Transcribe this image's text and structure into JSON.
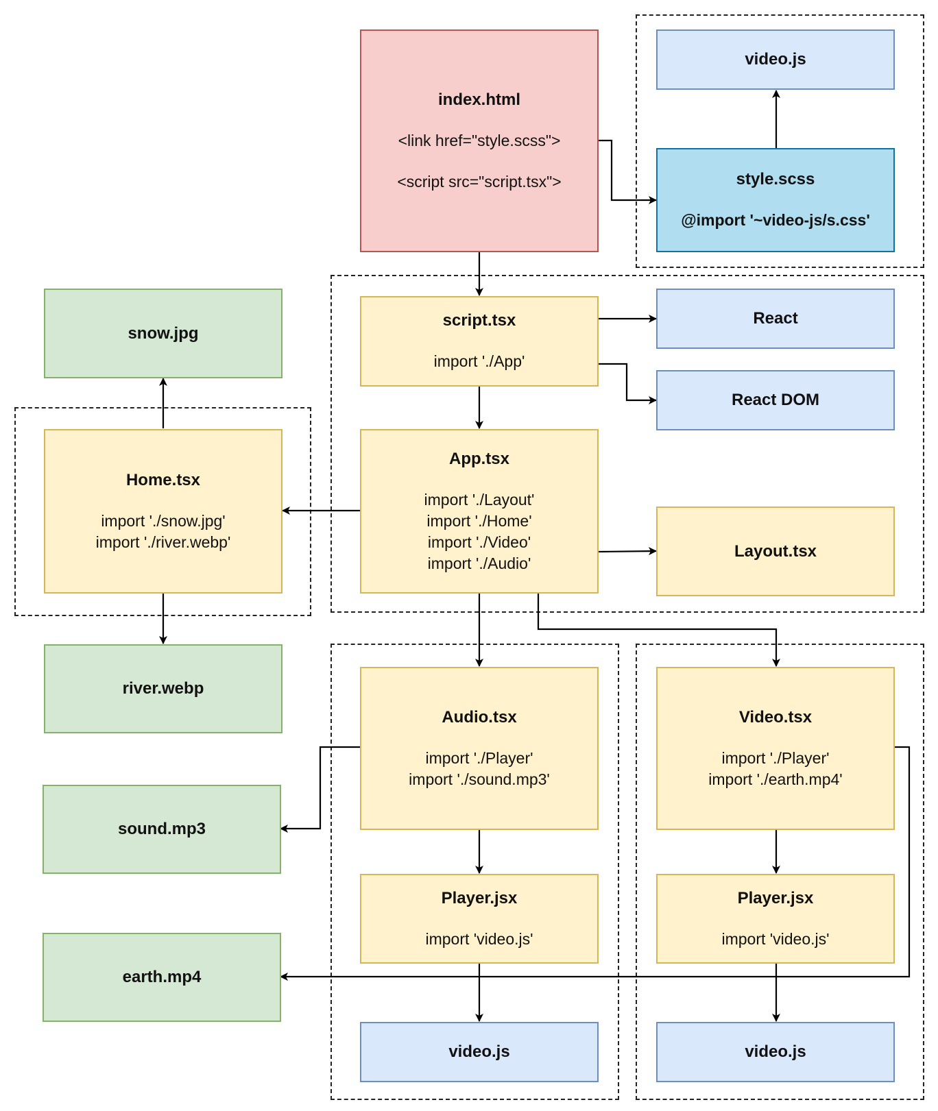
{
  "nodes": {
    "index_html": {
      "title": "index.html",
      "lines": [
        "<link href=\"style.scss\">",
        "<script src=\"script.tsx\">"
      ]
    },
    "video_js_top": {
      "title": "video.js"
    },
    "style_scss": {
      "title": "style.scss",
      "lines": [
        "@import '~video-js/s.css'"
      ]
    },
    "script_tsx": {
      "title": "script.tsx",
      "lines": [
        "import './App'"
      ]
    },
    "react": {
      "title": "React"
    },
    "react_dom": {
      "title": "React DOM"
    },
    "snow_jpg": {
      "title": "snow.jpg"
    },
    "home_tsx": {
      "title": "Home.tsx",
      "lines": [
        "import './snow.jpg'",
        "import './river.webp'"
      ]
    },
    "app_tsx": {
      "title": "App.tsx",
      "lines": [
        "import './Layout'",
        "import './Home'",
        "import './Video'",
        "import './Audio'"
      ]
    },
    "layout_tsx": {
      "title": "Layout.tsx"
    },
    "river_webp": {
      "title": "river.webp"
    },
    "audio_tsx": {
      "title": "Audio.tsx",
      "lines": [
        "import './Player'",
        "import './sound.mp3'"
      ]
    },
    "video_tsx": {
      "title": "Video.tsx",
      "lines": [
        "import './Player'",
        "import './earth.mp4'"
      ]
    },
    "sound_mp3": {
      "title": "sound.mp3"
    },
    "player_jsx_audio": {
      "title": "Player.jsx",
      "lines": [
        "import 'video.js'"
      ]
    },
    "player_jsx_video": {
      "title": "Player.jsx",
      "lines": [
        "import 'video.js'"
      ]
    },
    "earth_mp4": {
      "title": "earth.mp4"
    },
    "video_js_audio": {
      "title": "video.js"
    },
    "video_js_video": {
      "title": "video.js"
    }
  },
  "colors": {
    "red_fill": "#f8cecc",
    "red_stroke": "#b85450",
    "yellow_fill": "#fff2cc",
    "yellow_stroke": "#d6b656",
    "blue_fill": "#dae8fc",
    "blue_stroke": "#6c8ebf",
    "cyan_fill": "#b1ddf0",
    "cyan_stroke": "#10739e",
    "green_fill": "#d5e8d4",
    "green_stroke": "#82b366",
    "edge": "#000000"
  },
  "edges": [
    {
      "from": "index_html",
      "to": "style_scss"
    },
    {
      "from": "style_scss",
      "to": "video_js_top"
    },
    {
      "from": "index_html",
      "to": "script_tsx"
    },
    {
      "from": "script_tsx",
      "to": "react"
    },
    {
      "from": "script_tsx",
      "to": "react_dom"
    },
    {
      "from": "script_tsx",
      "to": "app_tsx"
    },
    {
      "from": "app_tsx",
      "to": "home_tsx"
    },
    {
      "from": "app_tsx",
      "to": "layout_tsx"
    },
    {
      "from": "app_tsx",
      "to": "audio_tsx"
    },
    {
      "from": "app_tsx",
      "to": "video_tsx"
    },
    {
      "from": "home_tsx",
      "to": "snow_jpg"
    },
    {
      "from": "home_tsx",
      "to": "river_webp"
    },
    {
      "from": "audio_tsx",
      "to": "sound_mp3"
    },
    {
      "from": "audio_tsx",
      "to": "player_jsx_audio"
    },
    {
      "from": "player_jsx_audio",
      "to": "video_js_audio"
    },
    {
      "from": "video_tsx",
      "to": "player_jsx_video"
    },
    {
      "from": "player_jsx_video",
      "to": "video_js_video"
    },
    {
      "from": "video_tsx",
      "to": "earth_mp4"
    }
  ]
}
